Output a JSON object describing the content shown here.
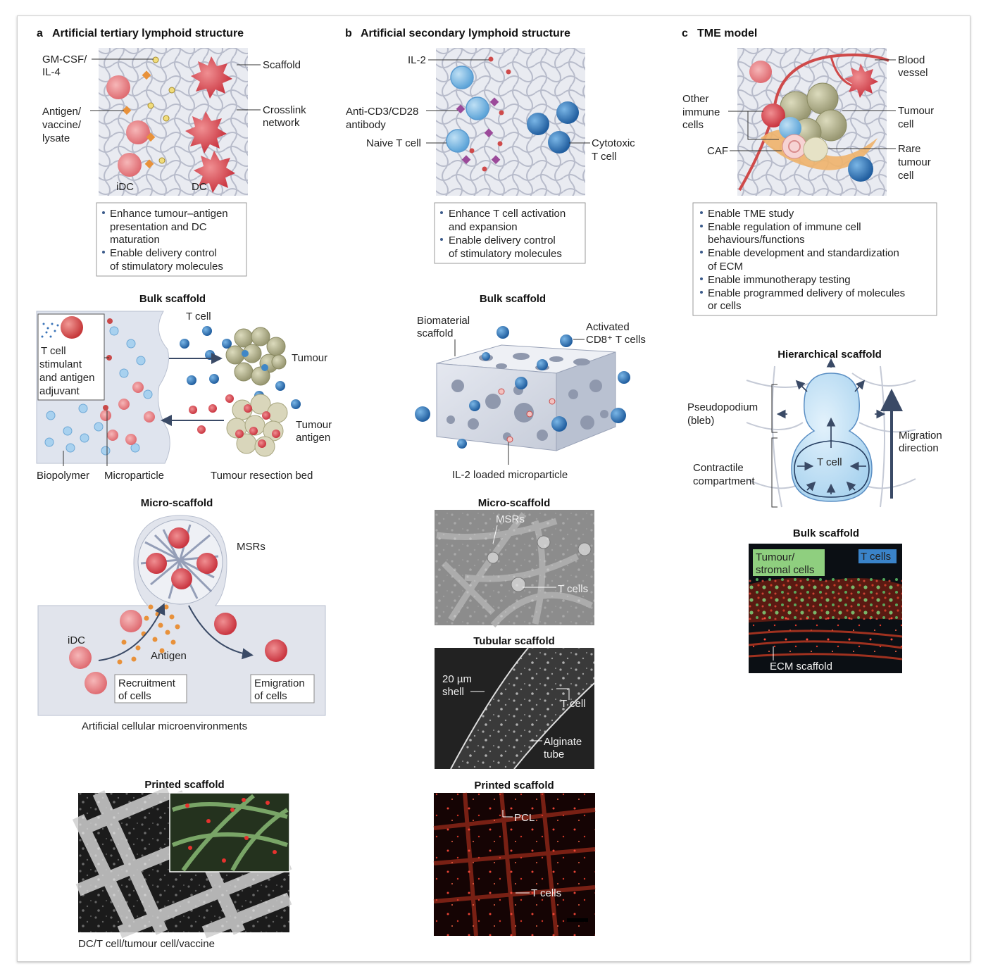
{
  "panel_a": {
    "letter": "a",
    "title": "Artificial tertiary lymphoid structure",
    "labels": {
      "gmcsf_1": "GM-CSF/",
      "gmcsf_2": "IL-4",
      "antigen_1": "Antigen/",
      "antigen_2": "vaccine/",
      "antigen_3": "lysate",
      "scaffold": "Scaffold",
      "crosslink_1": "Crosslink",
      "crosslink_2": "network",
      "idc": "iDC",
      "dc": "DC"
    },
    "bullets": [
      [
        "Enhance tumour–antigen",
        "presentation and DC",
        "maturation"
      ],
      [
        "Enable delivery control",
        "of stimulatory molecules"
      ]
    ],
    "bulk_scaffold": {
      "title": "Bulk scaffold",
      "inset_1": "T cell",
      "inset_2": "stimulant",
      "inset_3": "and antigen",
      "inset_4": "adjuvant",
      "tcell": "T cell",
      "tumour": "Tumour",
      "tumour_antigen_1": "Tumour",
      "tumour_antigen_2": "antigen",
      "biopolymer": "Biopolymer",
      "microparticle": "Microparticle",
      "resection": "Tumour resection bed"
    },
    "micro_scaffold": {
      "title": "Micro-scaffold",
      "msrs": "MSRs",
      "idc": "iDC",
      "antigen": "Antigen",
      "recruit_1": "Recruitment",
      "recruit_2": "of cells",
      "emig_1": "Emigration",
      "emig_2": "of cells",
      "caption": "Artificial cellular microenvironments"
    },
    "printed_scaffold": {
      "title": "Printed scaffold",
      "caption": "DC/T cell/tumour cell/vaccine"
    }
  },
  "panel_b": {
    "letter": "b",
    "title": "Artificial secondary lymphoid structure",
    "labels": {
      "il2": "IL-2",
      "anti_1": "Anti-CD3/CD28",
      "anti_2": "antibody",
      "naive": "Naive T cell",
      "cyto_1": "Cytotoxic",
      "cyto_2": "T cell"
    },
    "bullets": [
      [
        "Enhance T cell activation",
        "and expansion"
      ],
      [
        "Enable delivery control",
        "of stimulatory molecules"
      ]
    ],
    "bulk_scaffold": {
      "title": "Bulk scaffold",
      "bio_1": "Biomaterial",
      "bio_2": "scaffold",
      "act_1": "Activated",
      "act_2": "CD8⁺ T cells",
      "il2mp": "IL-2 loaded microparticle"
    },
    "micro_scaffold": {
      "title": "Micro-scaffold",
      "msrs": "MSRs",
      "tcells": "T cells"
    },
    "tubular_scaffold": {
      "title": "Tubular scaffold",
      "shell_1": "20 µm",
      "shell_2": "shell",
      "tcell": "T cell",
      "alg_1": "Alginate",
      "alg_2": "tube"
    },
    "printed_scaffold": {
      "title": "Printed scaffold",
      "pcl": "PCL",
      "tcells": "T cells"
    }
  },
  "panel_c": {
    "letter": "c",
    "title": "TME model",
    "labels": {
      "blood_1": "Blood",
      "blood_2": "vessel",
      "other_1": "Other",
      "other_2": "immune",
      "other_3": "cells",
      "tumour_1": "Tumour",
      "tumour_2": "cell",
      "caf": "CAF",
      "rare_1": "Rare",
      "rare_2": "tumour",
      "rare_3": "cell"
    },
    "bullets": [
      [
        "Enable TME study"
      ],
      [
        "Enable regulation of immune cell",
        "behaviours/functions"
      ],
      [
        "Enable development and standardization",
        "of ECM"
      ],
      [
        "Enable immunotherapy testing"
      ],
      [
        "Enable programmed delivery of molecules",
        "or cells"
      ]
    ],
    "hierarchical": {
      "title": "Hierarchical scaffold",
      "pseudo_1": "Pseudopodium",
      "pseudo_2": "(bleb)",
      "contr_1": "Contractile",
      "contr_2": "compartment",
      "tcell": "T cell",
      "mig_1": "Migration",
      "mig_2": "direction"
    },
    "bulk_scaffold": {
      "title": "Bulk scaffold",
      "tumour_1": "Tumour/",
      "tumour_2": "stromal cells",
      "tcells": "T cells",
      "ecm": "ECM scaffold"
    }
  },
  "colors": {
    "dc_pink": "#e8868a",
    "tcell_blue": "#3f87c7",
    "tcell_light": "#9ccbea",
    "scaffold_bg": "#e6e8ee",
    "tumour_olive": "#b7b592",
    "caf_orange": "#e8a85a",
    "antibody_purple": "#9b4a9a",
    "vessel_red": "#cf4a4a"
  }
}
